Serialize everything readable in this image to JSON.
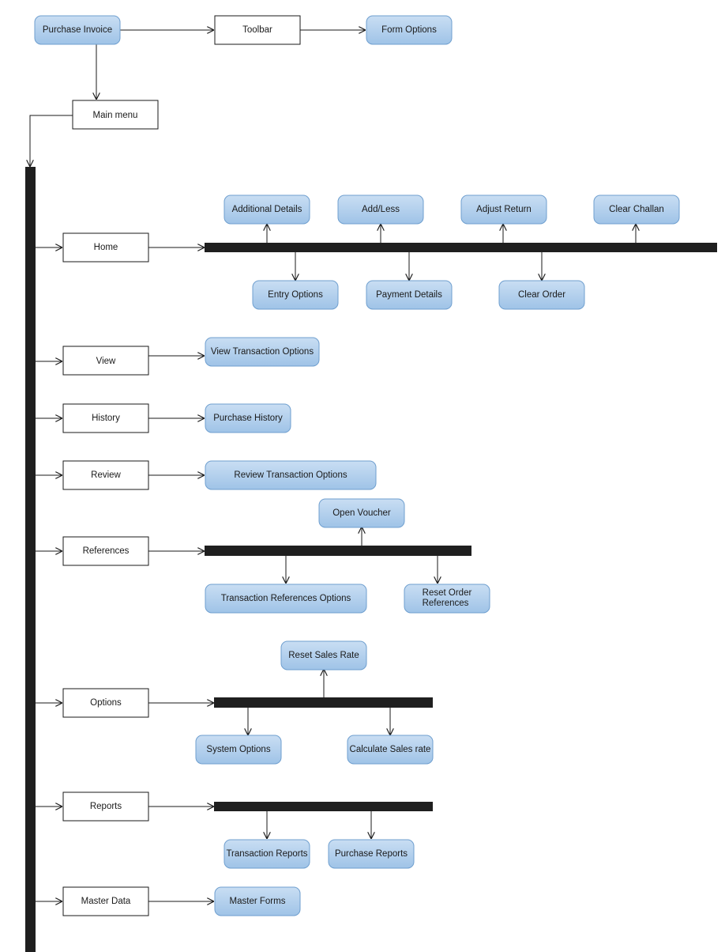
{
  "nodes": {
    "purchase_invoice": "Purchase Invoice",
    "toolbar": "Toolbar",
    "form_options": "Form Options",
    "main_menu": "Main menu",
    "home": "Home",
    "additional_details": "Additional Details",
    "add_less": "Add/Less",
    "adjust_return": "Adjust Return",
    "clear_challan": "Clear Challan",
    "entry_options": "Entry Options",
    "payment_details": "Payment Details",
    "clear_order": "Clear Order",
    "view": "View",
    "view_transaction_options": "View Transaction Options",
    "history": "History",
    "purchase_history": "Purchase History",
    "review": "Review",
    "review_transaction_options": "Review Transaction Options",
    "references": "References",
    "open_voucher": "Open Voucher",
    "transaction_references_options": "Transaction References Options",
    "reset_order_references_1": "Reset Order",
    "reset_order_references_2": "References",
    "options": "Options",
    "reset_sales_rate": "Reset Sales Rate",
    "system_options": "System Options",
    "calculate_sales_rate": "Calculate Sales rate",
    "reports": "Reports",
    "transaction_reports": "Transaction Reports",
    "purchase_reports": "Purchase Reports",
    "master_data": "Master Data",
    "master_forms": "Master Forms"
  },
  "colors": {
    "rounded_fill_top": "#c9def3",
    "rounded_fill_bottom": "#9fc3e7",
    "rounded_stroke": "#6f9fcf",
    "square_stroke": "#1a1a1a",
    "bar_fill": "#1f1f1f"
  }
}
